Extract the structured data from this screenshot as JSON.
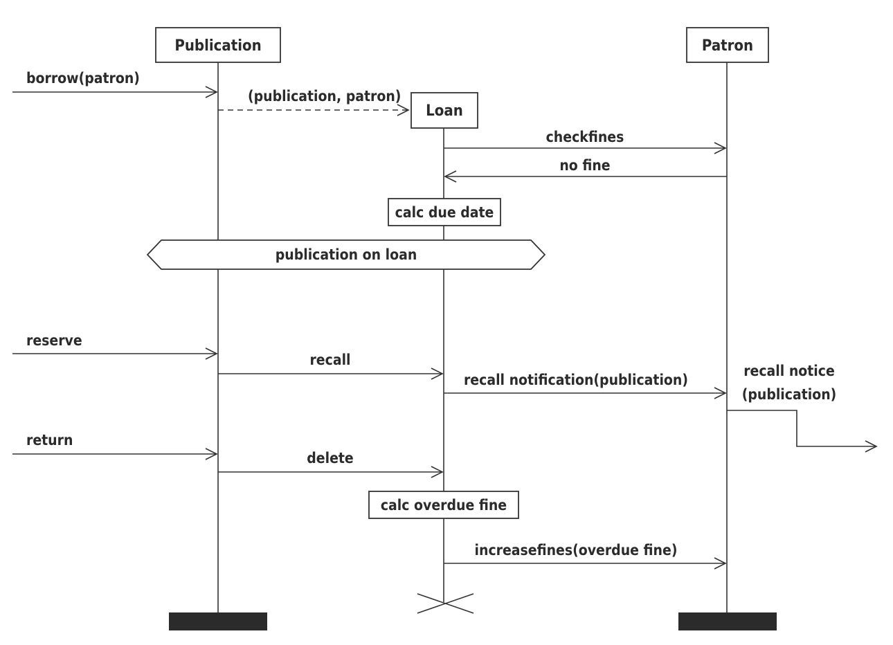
{
  "lifelines": {
    "publication": "Publication",
    "loan": "Loan",
    "patron": "Patron"
  },
  "messages": {
    "borrow": "borrow(patron)",
    "create": "(publication, patron)",
    "checkfines": "checkfines",
    "nofine": "no fine",
    "reserve": "reserve",
    "recall": "recall",
    "recall_notification": "recall notification(publication)",
    "recall_notice_1": "recall notice",
    "recall_notice_2": "(publication)",
    "return": "return",
    "delete": "delete",
    "increasefines": "increasefines(overdue fine)"
  },
  "actions": {
    "calc_due_date": "calc due date",
    "calc_overdue_fine": "calc overdue fine"
  },
  "state": {
    "on_loan": "publication on loan"
  }
}
